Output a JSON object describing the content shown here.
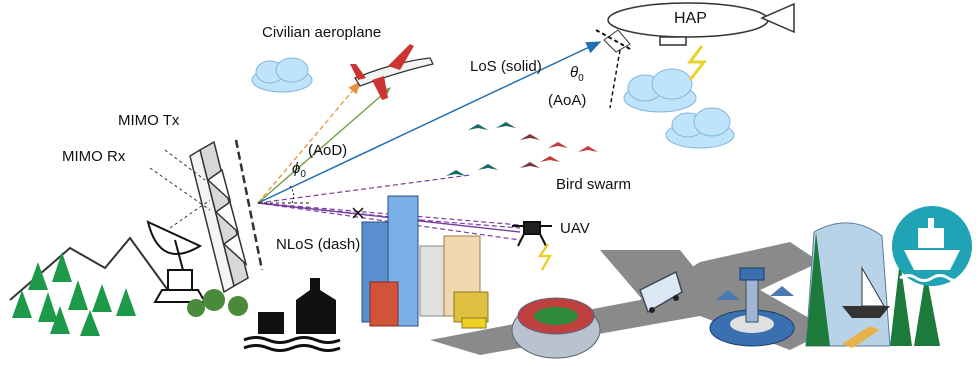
{
  "labels": {
    "civilian_aeroplane": "Civilian aeroplane",
    "los": "LoS (solid)",
    "hap": "HAP",
    "theta": "θ",
    "theta_sub": "0",
    "aoa": "(AoA)",
    "mimo_tx": "MIMO Tx",
    "mimo_rx": "MIMO Rx",
    "phi": "ϕ",
    "phi_sub": "0",
    "aod": "(AoD)",
    "bird_swarm": "Bird swarm",
    "uav": "UAV",
    "nlos": "NLoS (dash)"
  },
  "colors": {
    "los_line": "#1f6fb2",
    "nlos_line": "#7a3fa0",
    "aeroplane_path_orange": "#e8923a",
    "aeroplane_path_green": "#6a9a3a",
    "cloud": "#bfe3fb",
    "tree": "#1c9a4a",
    "road": "#8a8a8a",
    "ship_badge": "#1fa3b5"
  }
}
